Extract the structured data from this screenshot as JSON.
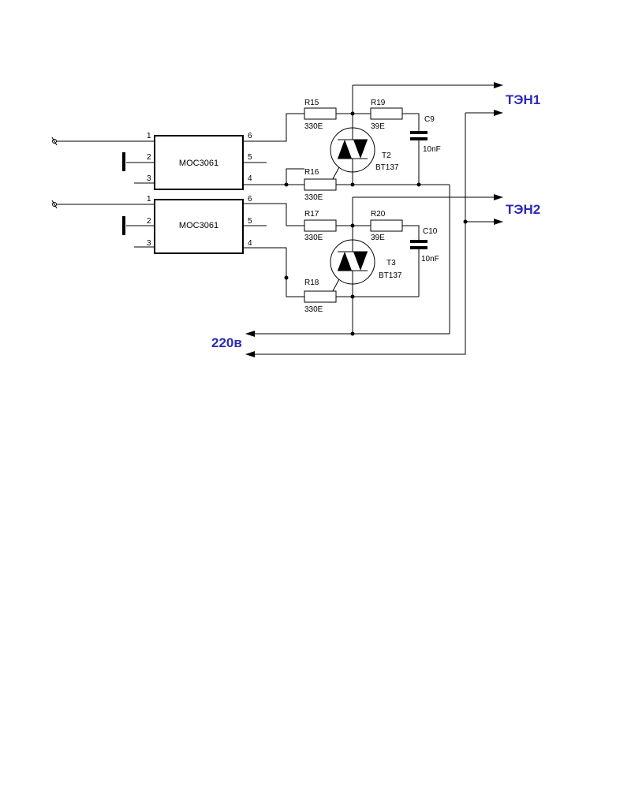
{
  "colors": {
    "wire": "#000000",
    "label_blue": "#2b2bb3"
  },
  "outputs": {
    "ten1": "ТЭН1",
    "ten2": "ТЭН2",
    "mains": "220в"
  },
  "optocouplers": [
    {
      "part": "MOC3061",
      "pins": [
        "1",
        "2",
        "3",
        "4",
        "5",
        "6"
      ]
    },
    {
      "part": "MOC3061",
      "pins": [
        "1",
        "2",
        "3",
        "4",
        "5",
        "6"
      ]
    }
  ],
  "triacs": [
    {
      "ref": "T2",
      "part": "BT137"
    },
    {
      "ref": "T3",
      "part": "BT137"
    }
  ],
  "resistors": [
    {
      "ref": "R15",
      "value": "330E"
    },
    {
      "ref": "R16",
      "value": "330E"
    },
    {
      "ref": "R19",
      "value": "39E"
    },
    {
      "ref": "R17",
      "value": "330E"
    },
    {
      "ref": "R18",
      "value": "330E"
    },
    {
      "ref": "R20",
      "value": "39E"
    }
  ],
  "capacitors": [
    {
      "ref": "C9",
      "value": "10nF"
    },
    {
      "ref": "C10",
      "value": "10nF"
    }
  ]
}
